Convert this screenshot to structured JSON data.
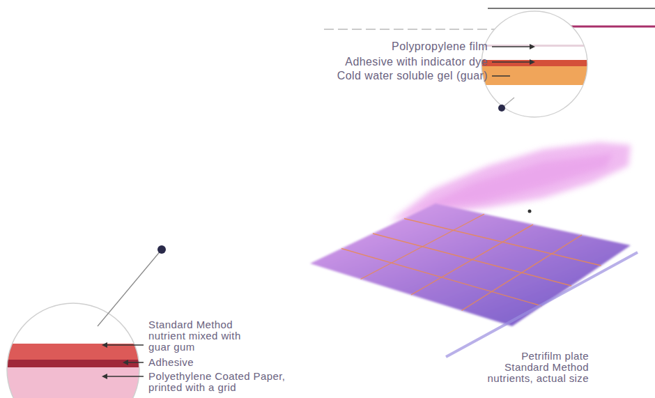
{
  "diagram": {
    "caption": "Petrifilm plate Standard Method nutrients, actual size",
    "labels": [
      "Polypropylene film",
      "Adhesive with indicator dye",
      "Cold water soluble gel (guar)",
      "Standard Method nutrient mixed with guar gum",
      "Adhesive",
      "Polyethylene Coated Paper, printed with a grid"
    ]
  }
}
